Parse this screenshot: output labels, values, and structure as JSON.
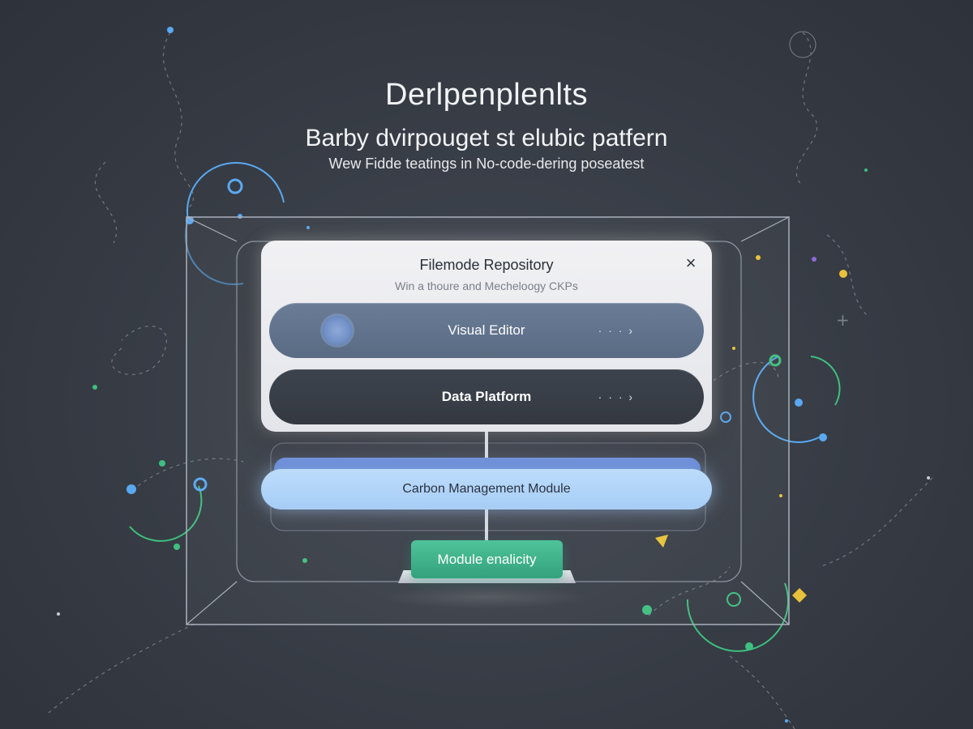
{
  "hero": {
    "title": "Derlpenplenlts",
    "subtitle": "Barby dvirpouget st elubic patfern",
    "tagline": "Wew Fidde teatings in No-code-dering poseatest"
  },
  "modal": {
    "title": "Filemode Repository",
    "subtitle": "Win a thoure and Mecheloogy CKPs",
    "close_icon": "×",
    "options": [
      {
        "label": "Visual Editor",
        "chevron": "· · · ›"
      },
      {
        "label": "Data Platform",
        "chevron": "· · · ›"
      }
    ]
  },
  "stack": {
    "carbon_label": "Carbon Management Module",
    "module_label": "Module enalicity"
  },
  "colors": {
    "background": "#363b44",
    "accent_blue": "#5aa9f0",
    "accent_green": "#3fbf7f",
    "accent_purple": "#8d6bd8",
    "accent_yellow": "#e8c23a",
    "module_green": "#3db38a",
    "carbon_fill": "#b0d3f8"
  }
}
